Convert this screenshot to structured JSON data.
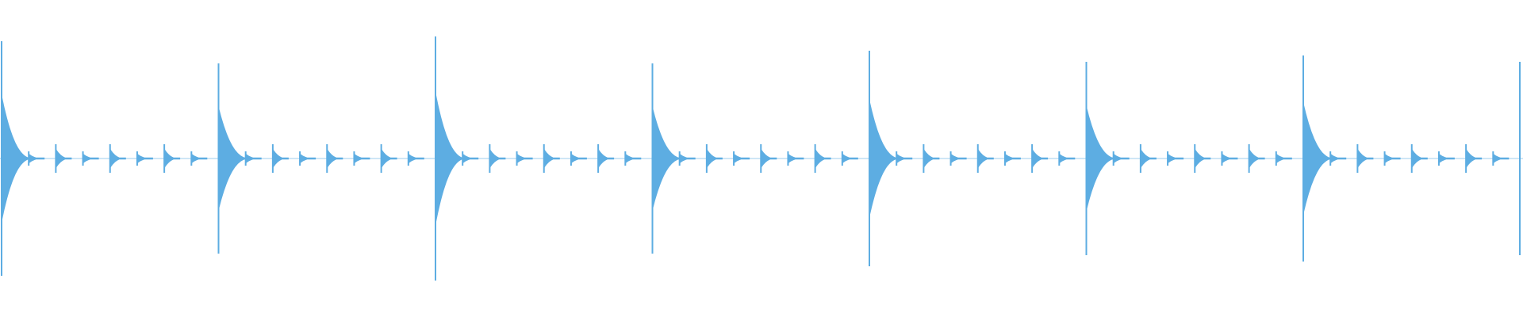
{
  "waveform": {
    "color": "#5dade2",
    "background": "#ffffff",
    "bars": 7,
    "beats_per_bar": 8,
    "accent_peak_levels": [
      0.74,
      0.6,
      0.77,
      0.6,
      0.68,
      0.61,
      0.65,
      0.61
    ],
    "minor_peak_level": 0.09,
    "off_peak_level": 0.045
  }
}
